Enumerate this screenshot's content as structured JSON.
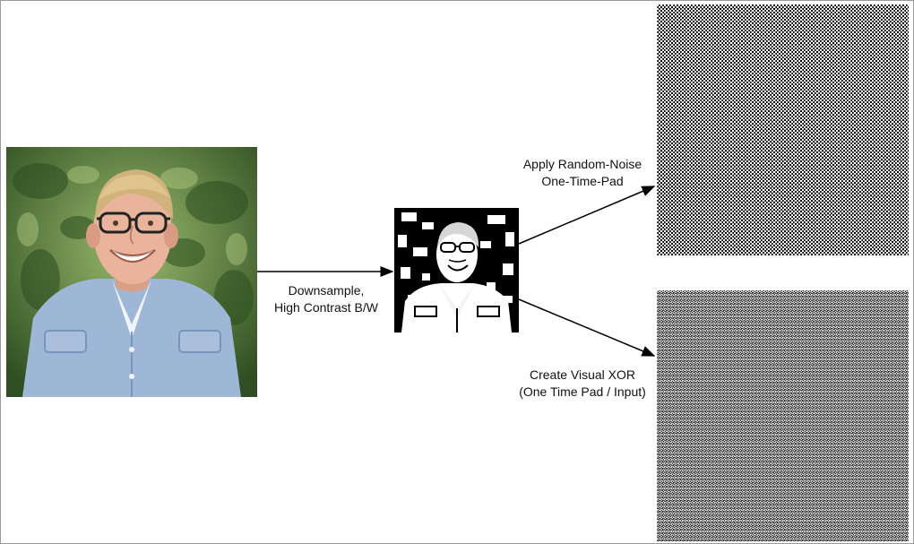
{
  "diagram": {
    "steps": {
      "downsample": [
        "Downsample,",
        "High Contrast B/W"
      ],
      "pad": [
        "Apply Random-Noise",
        "One-Time-Pad"
      ],
      "xor": [
        "Create Visual XOR",
        "(One Time Pad / Input)"
      ]
    },
    "panels": {
      "photo": "portrait-photo",
      "bw": "high-contrast-portrait",
      "pad": "random-noise-pad",
      "xor": "visual-xor-output"
    }
  },
  "colors": {
    "line": "#000000",
    "frame": "#9a9a9a",
    "foliage_dark": "#2f4f22",
    "foliage_light": "#8faa5d",
    "shirt": "#9fb7d6",
    "skin": "#e9b49b",
    "hair": "#d1b27a"
  }
}
